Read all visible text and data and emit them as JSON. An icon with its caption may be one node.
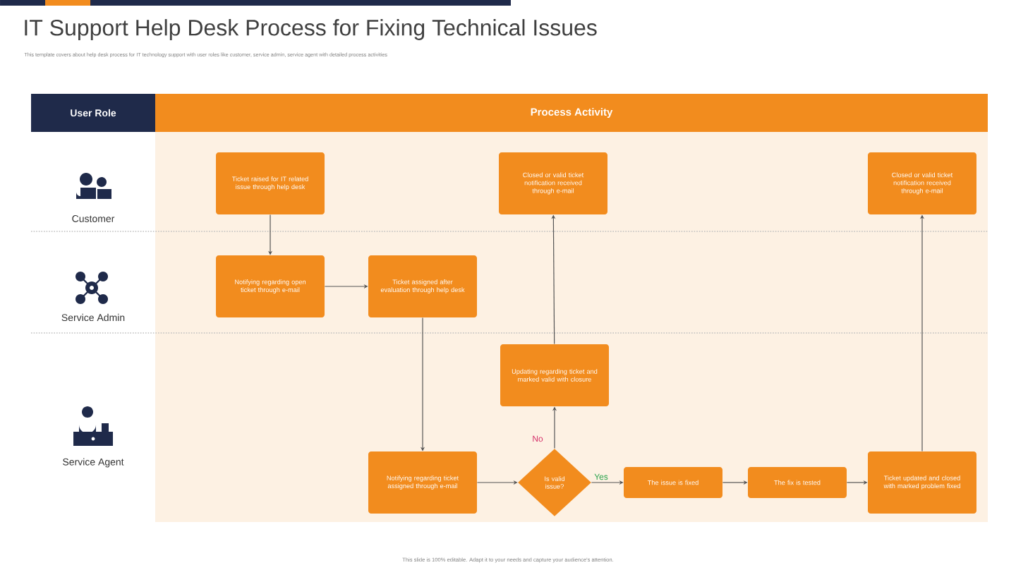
{
  "diagram": {
    "title": "IT Support Help Desk Process for Fixing Technical Issues",
    "caption": "This template covers about help desk process for IT technology support with user roles like customer, service admin, service agent with detailed process activities",
    "nodes": [
      {
        "text": [
          "User Role"
        ]
      },
      {
        "text": [
          "Process Activity"
        ]
      },
      {
        "text": [
          "Ticket raised for IT related issue through help desk"
        ]
      },
      {
        "text": [
          "Closed or valid ticket notification received through e-mail"
        ]
      },
      {
        "text": [
          "Closed or valid ticket notification received through e-mail"
        ]
      },
      {
        "text": [
          "Notifying regarding open ticket through e-mail"
        ]
      },
      {
        "text": [
          "Ticket assigned after evaluation through help desk"
        ]
      },
      {
        "text": [
          "Updating regarding ticket and marked valid with closure"
        ]
      },
      {
        "text": [
          "Notifying regarding ticket assigned through e-mail"
        ]
      },
      {
        "text": [
          "Is valid issue?"
        ]
      },
      {
        "text": [
          "The issue is fixed"
        ]
      },
      {
        "text": [
          "The fix is tested"
        ]
      },
      {
        "text": [
          "Ticket updated and closed with marked problem fixed"
        ]
      }
    ],
    "edges": [
      {
        "from": 2,
        "to": 5,
        "arrow": "to"
      },
      {
        "from": 5,
        "to": 6,
        "arrow": "to"
      },
      {
        "from": 6,
        "to": 8,
        "arrow": "to"
      },
      {
        "from": 8,
        "to": 9,
        "arrow": "to"
      },
      {
        "from": 9,
        "to": 7,
        "arrow": "to",
        "label": "No"
      },
      {
        "from": 7,
        "to": 3,
        "arrow": "to"
      },
      {
        "from": 9,
        "to": 10,
        "arrow": "to",
        "label": "Yes"
      },
      {
        "from": 10,
        "to": 11,
        "arrow": "to"
      },
      {
        "from": 11,
        "to": 12,
        "arrow": "to"
      },
      {
        "from": 12,
        "to": 4,
        "arrow": "to"
      }
    ],
    "labels": [
      "Customer",
      "Service Admin",
      "Service Agent",
      "This slide is 100% editable. Adapt it to your needs and capture your audience's attention."
    ]
  }
}
